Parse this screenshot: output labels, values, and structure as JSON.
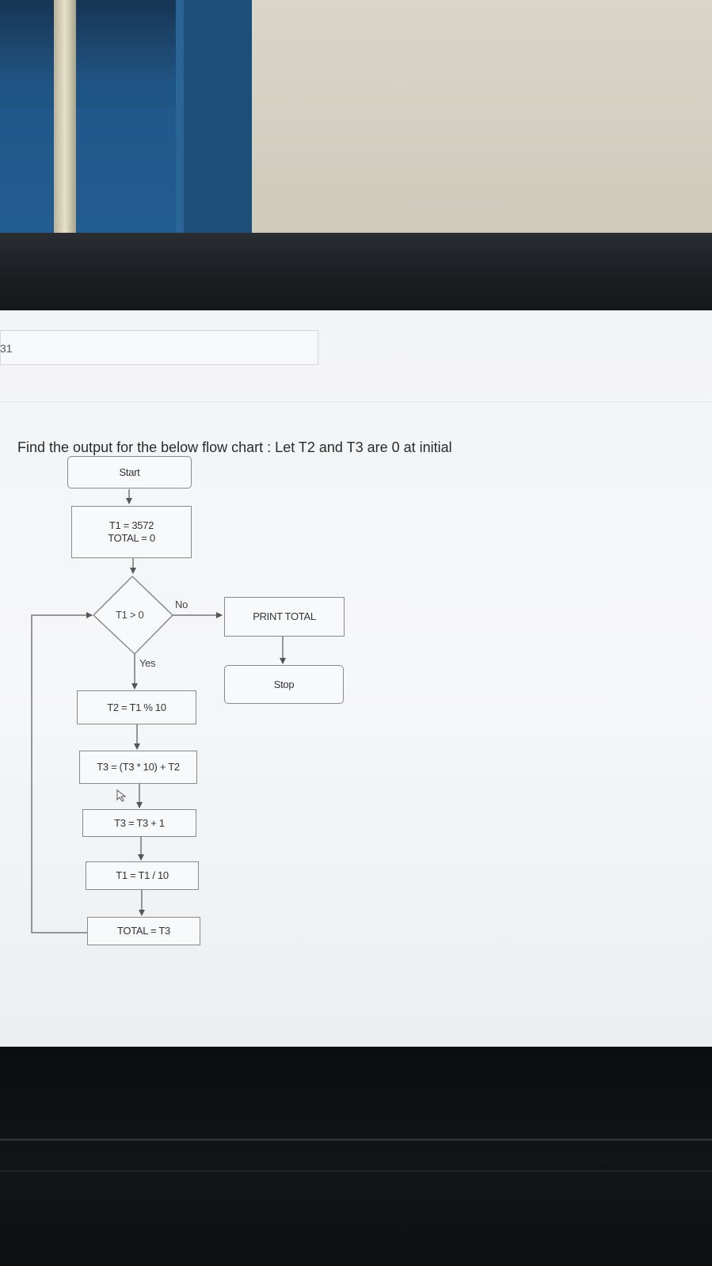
{
  "question_number": "31",
  "question_text": "Find the output for the below flow chart : Let T2 and T3 are 0 at initial",
  "flowchart": {
    "start": "Start",
    "init": [
      "T1 = 3572",
      "TOTAL = 0"
    ],
    "condition": "T1 > 0",
    "no_label": "No",
    "yes_label": "Yes",
    "print": "PRINT TOTAL",
    "stop": "Stop",
    "step_t2": "T2 = T1 % 10",
    "step_t3_mul": "T3 = (T3 * 10) + T2",
    "step_t3_inc": "T3 = T3 + 1",
    "step_t1_div": "T1 = T1 / 10",
    "step_total": "TOTAL = T3"
  }
}
